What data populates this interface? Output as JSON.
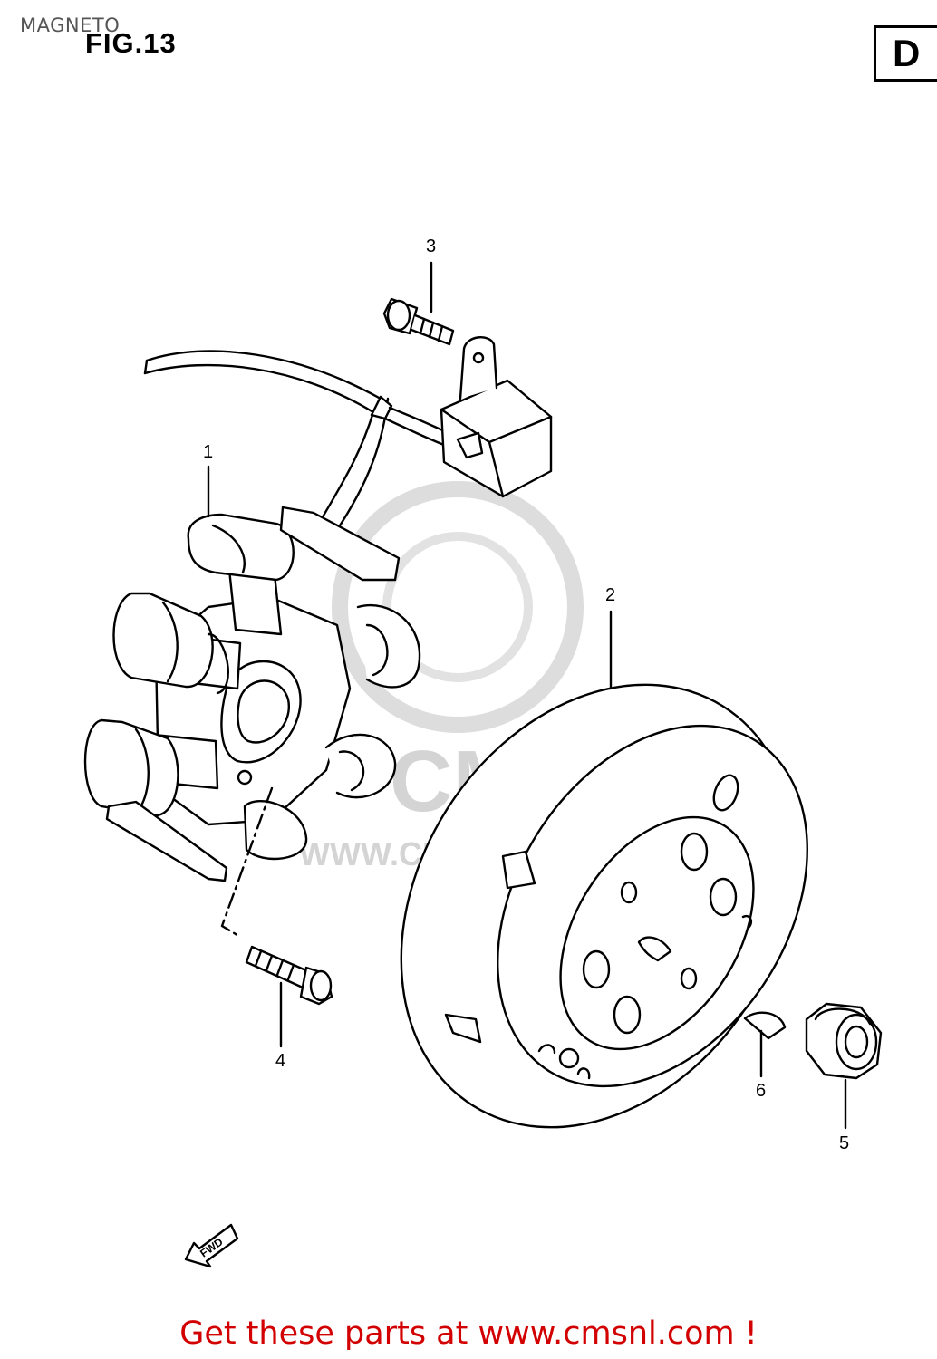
{
  "header": {
    "caption": "MAGNETO",
    "figure": "FIG.13",
    "section": "D"
  },
  "watermark": {
    "brand": "CMS",
    "url": "WWW.CMSNL.COM"
  },
  "callouts": [
    {
      "id": "1",
      "label": "1"
    },
    {
      "id": "2",
      "label": "2"
    },
    {
      "id": "3",
      "label": "3"
    },
    {
      "id": "4",
      "label": "4"
    },
    {
      "id": "5",
      "label": "5"
    },
    {
      "id": "6",
      "label": "6"
    }
  ],
  "direction_badge": {
    "label": "FWD"
  },
  "footer": {
    "text": "Get these parts at www.cmsnl.com !"
  },
  "colors": {
    "line": "#000000",
    "watermark": "#d4d4d4",
    "footer": "#d20000"
  }
}
